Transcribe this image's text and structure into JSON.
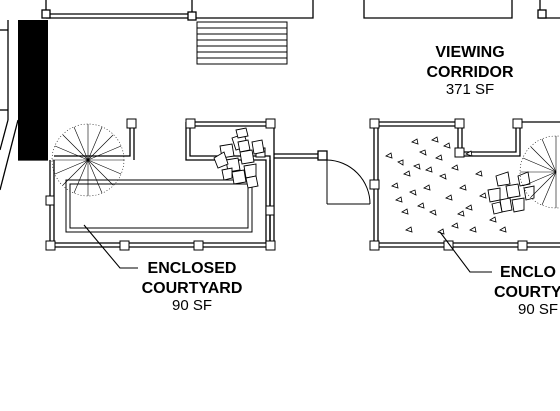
{
  "labels": {
    "viewing_corridor": {
      "line1": "VIEWING",
      "line2": "CORRIDOR",
      "area": "371 SF"
    },
    "courtyard_left": {
      "line1": "ENCLOSED",
      "line2": "COURTYARD",
      "area": "90 SF"
    },
    "courtyard_right": {
      "line1": "ENCLO",
      "line2": "COURTY",
      "area": "90 SF"
    }
  },
  "colors": {
    "line": "#000000",
    "fill": "#ffffff",
    "wall_fill": "#000000"
  },
  "icons": [
    "tree-symbol-icon",
    "shrub-cluster-icon",
    "leaf-scatter-icon",
    "bench-icon",
    "door-swing-icon"
  ]
}
